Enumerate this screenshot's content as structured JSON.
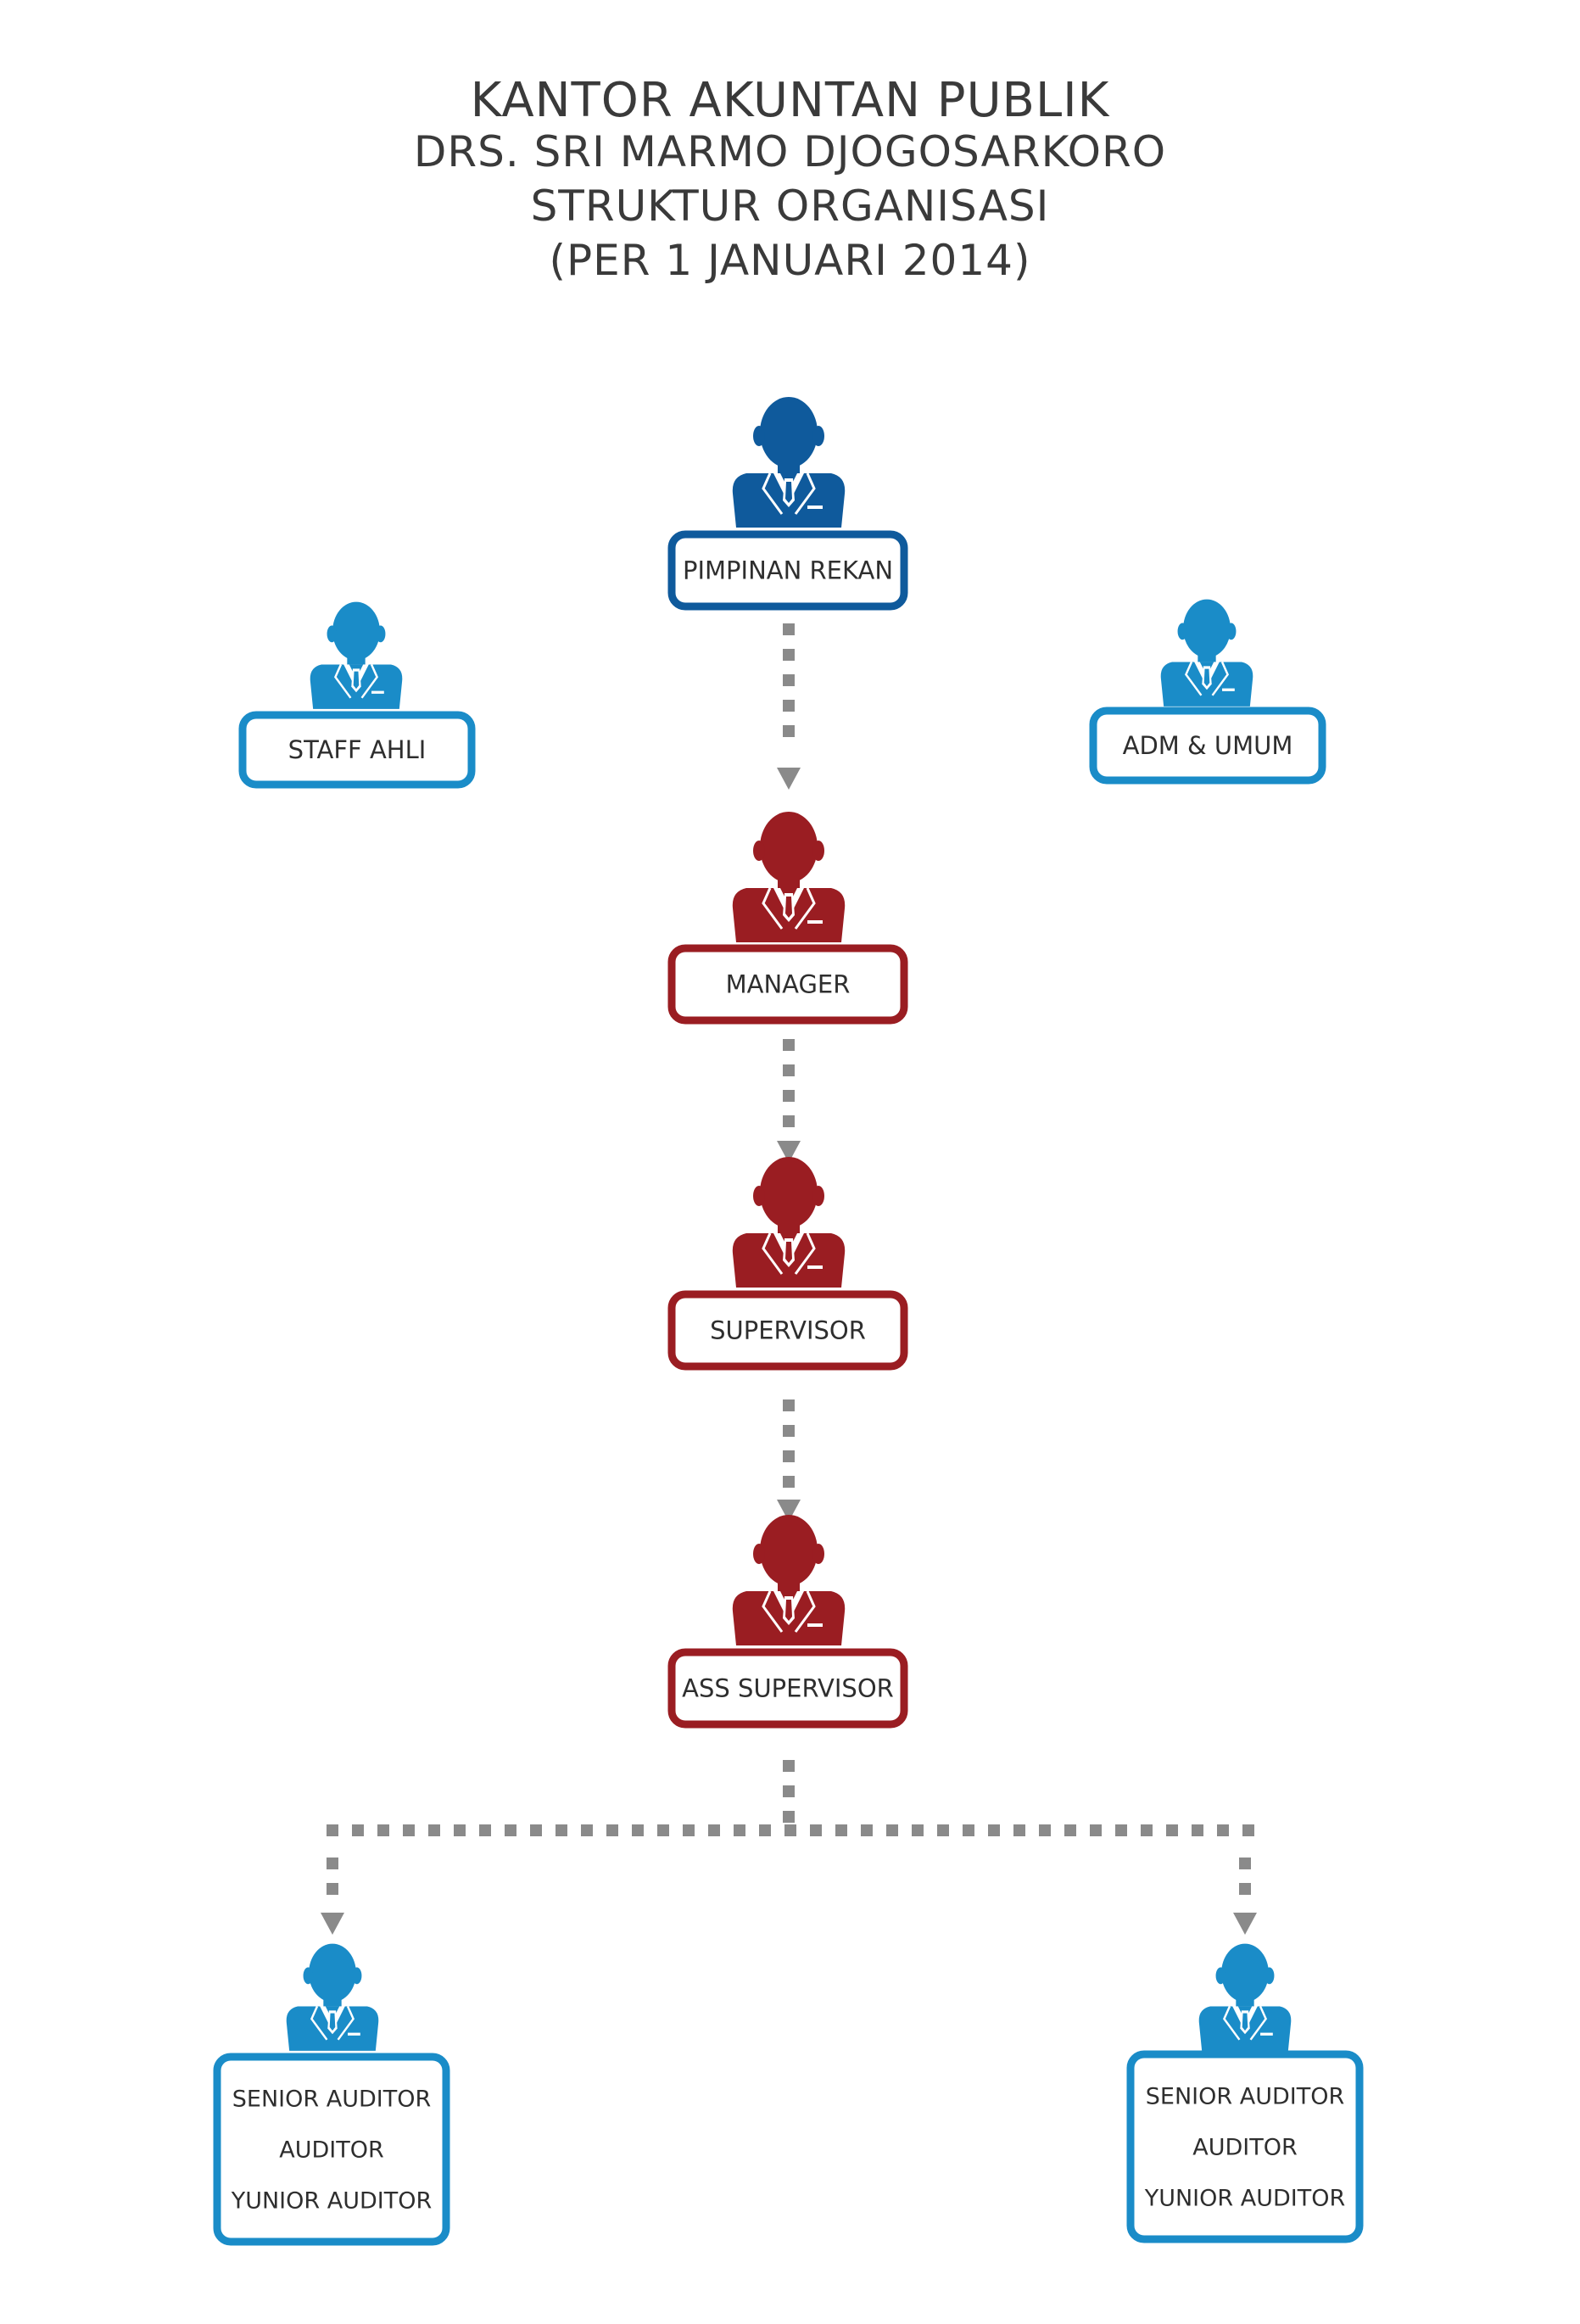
{
  "title": {
    "line1": "KANTOR AKUNTAN PUBLIK",
    "line2": "DRS. SRI MARMO DJOGOSARKORO",
    "line3": "STRUKTUR ORGANISASI",
    "line4": "(PER 1 JANUARI 2014)"
  },
  "colors": {
    "dark_blue": "#0f5a9c",
    "light_blue": "#1a8cc8",
    "red": "#9a1d22",
    "connector": "#8a8a8a",
    "text": "#3a3a3a"
  },
  "nodes": {
    "pimpinan": {
      "label": "PIMPINAN REKAN",
      "icon": "person-icon",
      "color": "dark_blue"
    },
    "staff": {
      "label": "STAFF AHLI",
      "icon": "person-icon",
      "color": "light_blue"
    },
    "adm": {
      "label": "ADM & UMUM",
      "icon": "person-icon",
      "color": "light_blue"
    },
    "manager": {
      "label": "MANAGER",
      "icon": "person-icon",
      "color": "red"
    },
    "supervisor": {
      "label": "SUPERVISOR",
      "icon": "person-icon",
      "color": "red"
    },
    "ass_supervisor": {
      "label": "ASS SUPERVISOR",
      "icon": "person-icon",
      "color": "red"
    },
    "team_left": {
      "lines": [
        "SENIOR AUDITOR",
        "AUDITOR",
        "YUNIOR AUDITOR"
      ],
      "icon": "person-icon",
      "color": "light_blue"
    },
    "team_right": {
      "lines": [
        "SENIOR AUDITOR",
        "AUDITOR",
        "YUNIOR AUDITOR"
      ],
      "icon": "person-icon",
      "color": "light_blue"
    }
  }
}
